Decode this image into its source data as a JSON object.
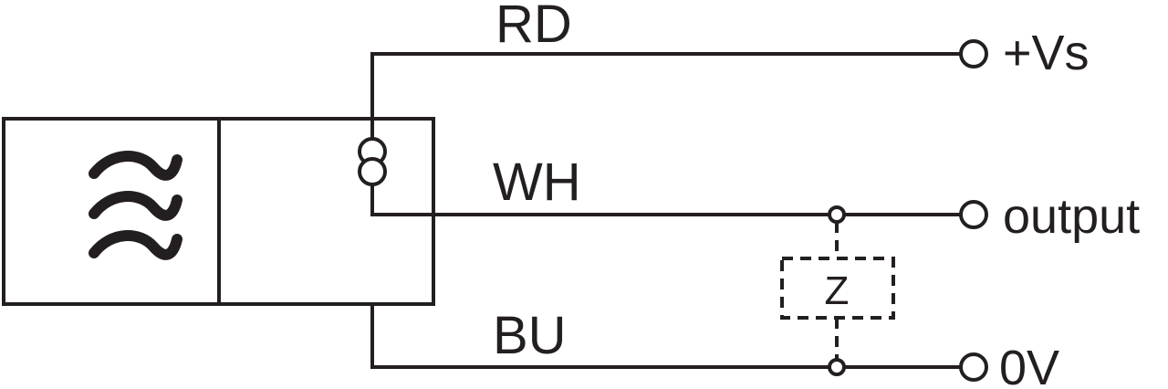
{
  "wires": {
    "top": {
      "color_code": "RD",
      "terminal": "+Vs"
    },
    "middle": {
      "color_code": "WH",
      "terminal": "output"
    },
    "bottom": {
      "color_code": "BU",
      "terminal": "0V"
    }
  },
  "load": {
    "label": "Z"
  },
  "symbols": {
    "sensor_symbol": "wave-icon",
    "current_source_symbol": "current-source-icon"
  },
  "colors": {
    "line": "#231f20",
    "background": "#ffffff"
  }
}
